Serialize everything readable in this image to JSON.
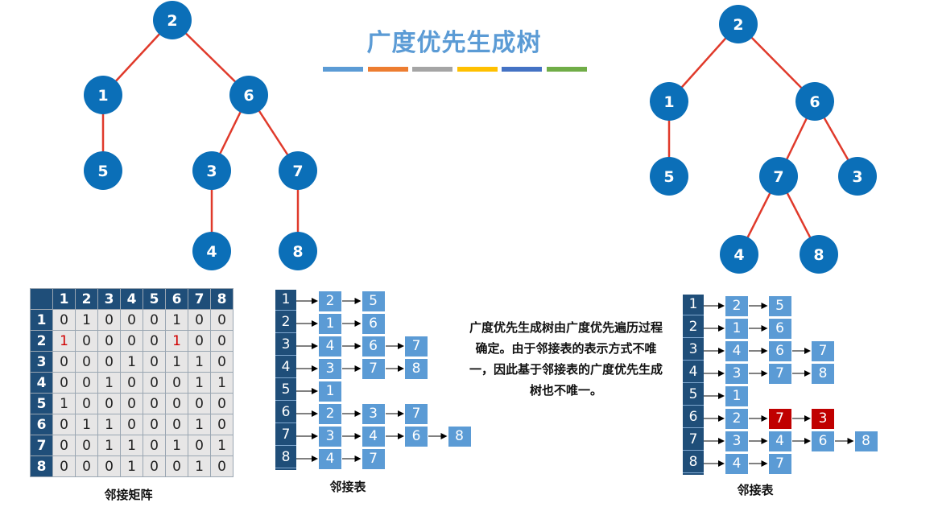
{
  "title": "广度优先生成树",
  "accent_bar_colors": [
    "#5b9bd5",
    "#ed7d31",
    "#a5a5a5",
    "#ffc000",
    "#4472c4",
    "#70ad47"
  ],
  "tree_colors": {
    "node": "#0b6fb8",
    "edge": "#e03a2b",
    "text": "#ffffff"
  },
  "tree_left": {
    "nodes": [
      {
        "id": "n2",
        "label": "2"
      },
      {
        "id": "n1",
        "label": "1"
      },
      {
        "id": "n6",
        "label": "6"
      },
      {
        "id": "n5",
        "label": "5"
      },
      {
        "id": "n3",
        "label": "3"
      },
      {
        "id": "n7",
        "label": "7"
      },
      {
        "id": "n4",
        "label": "4"
      },
      {
        "id": "n8",
        "label": "8"
      }
    ],
    "edges": [
      [
        "n2",
        "n1"
      ],
      [
        "n2",
        "n6"
      ],
      [
        "n1",
        "n5"
      ],
      [
        "n6",
        "n3"
      ],
      [
        "n6",
        "n7"
      ],
      [
        "n3",
        "n4"
      ],
      [
        "n7",
        "n8"
      ]
    ]
  },
  "tree_right": {
    "nodes": [
      {
        "id": "n2",
        "label": "2"
      },
      {
        "id": "n1",
        "label": "1"
      },
      {
        "id": "n6",
        "label": "6"
      },
      {
        "id": "n5",
        "label": "5"
      },
      {
        "id": "n7",
        "label": "7"
      },
      {
        "id": "n3",
        "label": "3"
      },
      {
        "id": "n4",
        "label": "4"
      },
      {
        "id": "n8",
        "label": "8"
      }
    ],
    "edges": [
      [
        "n2",
        "n1"
      ],
      [
        "n2",
        "n6"
      ],
      [
        "n1",
        "n5"
      ],
      [
        "n6",
        "n7"
      ],
      [
        "n6",
        "n3"
      ],
      [
        "n7",
        "n4"
      ],
      [
        "n7",
        "n8"
      ]
    ]
  },
  "matrix": {
    "headers": [
      "1",
      "2",
      "3",
      "4",
      "5",
      "6",
      "7",
      "8"
    ],
    "rows": [
      [
        "0",
        "1",
        "0",
        "0",
        "0",
        "1",
        "0",
        "0"
      ],
      [
        "1",
        "0",
        "0",
        "0",
        "0",
        "1",
        "0",
        "0"
      ],
      [
        "0",
        "0",
        "0",
        "1",
        "0",
        "1",
        "1",
        "0"
      ],
      [
        "0",
        "0",
        "1",
        "0",
        "0",
        "0",
        "1",
        "1"
      ],
      [
        "1",
        "0",
        "0",
        "0",
        "0",
        "0",
        "0",
        "0"
      ],
      [
        "0",
        "1",
        "1",
        "0",
        "0",
        "0",
        "1",
        "0"
      ],
      [
        "0",
        "0",
        "1",
        "1",
        "0",
        "1",
        "0",
        "1"
      ],
      [
        "0",
        "0",
        "0",
        "1",
        "0",
        "0",
        "1",
        "0"
      ]
    ],
    "highlight": [
      [
        1,
        0
      ],
      [
        1,
        5
      ]
    ],
    "caption": "邻接矩阵"
  },
  "adj_list_1": {
    "caption": "邻接表",
    "rows": [
      {
        "head": "1",
        "nodes": [
          "2",
          "5"
        ]
      },
      {
        "head": "2",
        "nodes": [
          "1",
          "6"
        ]
      },
      {
        "head": "3",
        "nodes": [
          "4",
          "6",
          "7"
        ]
      },
      {
        "head": "4",
        "nodes": [
          "3",
          "7",
          "8"
        ]
      },
      {
        "head": "5",
        "nodes": [
          "1"
        ]
      },
      {
        "head": "6",
        "nodes": [
          "2",
          "3",
          "7"
        ]
      },
      {
        "head": "7",
        "nodes": [
          "3",
          "4",
          "6",
          "8"
        ]
      },
      {
        "head": "8",
        "nodes": [
          "4",
          "7"
        ]
      }
    ]
  },
  "adj_list_2": {
    "caption": "邻接表",
    "rows": [
      {
        "head": "1",
        "nodes": [
          "2",
          "5"
        ]
      },
      {
        "head": "2",
        "nodes": [
          "1",
          "6"
        ]
      },
      {
        "head": "3",
        "nodes": [
          "4",
          "6",
          "7"
        ]
      },
      {
        "head": "4",
        "nodes": [
          "3",
          "7",
          "8"
        ]
      },
      {
        "head": "5",
        "nodes": [
          "1"
        ]
      },
      {
        "head": "6",
        "nodes": [
          "2",
          "7",
          "3"
        ],
        "red": [
          1,
          2
        ]
      },
      {
        "head": "7",
        "nodes": [
          "3",
          "4",
          "6",
          "8"
        ]
      },
      {
        "head": "8",
        "nodes": [
          "4",
          "7"
        ]
      }
    ]
  },
  "description": "广度优先生成树由广度优先遍历过程确定。由于邻接表的表示方式不唯一，因此基于邻接表的广度优先生成树也不唯一。"
}
